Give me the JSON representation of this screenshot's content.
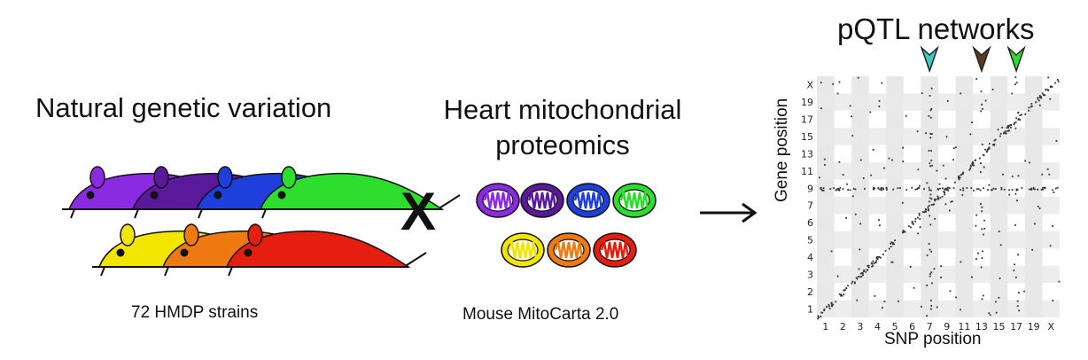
{
  "left": {
    "title": "Natural genetic variation",
    "caption": "72 HMDP strains",
    "mouse_colors_top": [
      "#8a2be2",
      "#5a189a",
      "#1f3fdc",
      "#2ede2e"
    ],
    "mouse_colors_bottom": [
      "#f2e600",
      "#f07a12",
      "#e61e10"
    ]
  },
  "operator": {
    "symbol": "X"
  },
  "middle": {
    "title_line1": "Heart mitochondrial",
    "title_line2": "proteomics",
    "caption": "Mouse MitoCarta 2.0",
    "mito_colors": [
      "#8a2be2",
      "#5a189a",
      "#1f3fdc",
      "#2ede2e",
      "#f2e600",
      "#f07a12",
      "#e61e10"
    ]
  },
  "arrow": {
    "icon": "right-arrow-icon"
  },
  "right": {
    "title": "pQTL networks",
    "marker_colors": [
      "#3ec9c0",
      "#5a3a20",
      "#2ede2e"
    ],
    "chart_data": {
      "type": "scatter",
      "xlabel": "SNP position",
      "ylabel": "Gene position",
      "x_ticks": [
        "1",
        "2",
        "3",
        "4",
        "5",
        "6",
        "7",
        "9",
        "11",
        "13",
        "15",
        "17",
        "19",
        "X"
      ],
      "y_ticks": [
        "1",
        "2",
        "3",
        "4",
        "5",
        "6",
        "7",
        "9",
        "11",
        "13",
        "15",
        "17",
        "19",
        "X"
      ],
      "hotspots": [
        "7",
        "13",
        "17"
      ]
    }
  }
}
